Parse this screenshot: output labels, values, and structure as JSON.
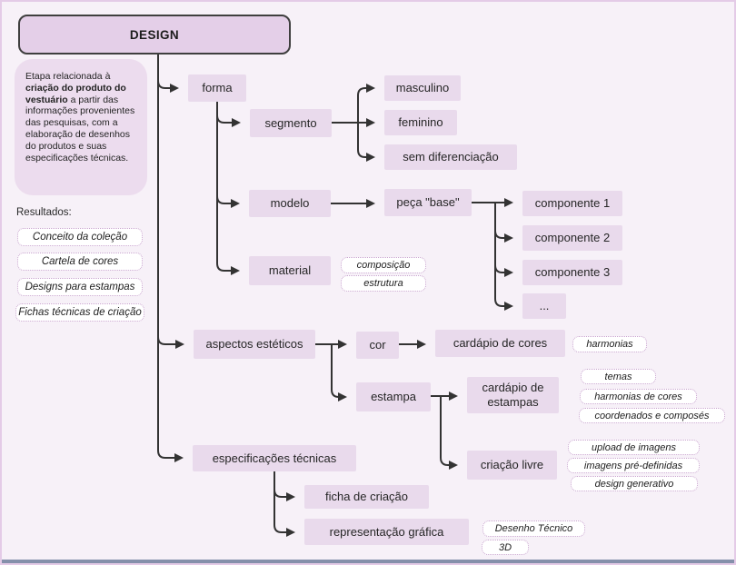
{
  "title": "DESIGN",
  "description": {
    "part1": "Etapa relacionada à ",
    "part2": "criação do produto do vestuário",
    "part3": " a partir das informações provenientes das pesquisas, com a elaboração de desenhos do produtos e suas especificações técnicas."
  },
  "results": {
    "label": "Resultados:",
    "item1": "Conceito da coleção",
    "item2": "Cartela de cores",
    "item3": "Designs para estampas",
    "item4": "Fichas técnicas de criação"
  },
  "nodes": {
    "forma": "forma",
    "segmento": "segmento",
    "masculino": "masculino",
    "feminino": "feminino",
    "sem_diferenciacao": "sem diferenciação",
    "modelo": "modelo",
    "peca_base": "peça \"base\"",
    "componente1": "componente 1",
    "componente2": "componente 2",
    "componente3": "componente 3",
    "reticencias": "...",
    "material": "material",
    "aspectos_esteticos": "aspectos estéticos",
    "cor": "cor",
    "cardapio_cores": "cardápio de cores",
    "estampa": "estampa",
    "cardapio_estampas": "cardápio de estampas",
    "criacao_livre": "criação livre",
    "especificacoes_tecnicas": "especificações técnicas",
    "ficha_criacao": "ficha de criação",
    "representacao_grafica": "representação gráfica"
  },
  "tags": {
    "composicao": "composição",
    "estrutura": "estrutura",
    "harmonias": "harmonias",
    "temas": "temas",
    "harmonias_cores": "harmonias de cores",
    "coordenados": "coordenados e composés",
    "upload": "upload de imagens",
    "imagens_pre": "imagens pré-definidas",
    "design_generativo": "design generativo",
    "desenho_tecnico": "Desenho Técnico",
    "tres_d": "3D"
  },
  "colors": {
    "background": "#f7f1f8",
    "node_fill": "#e9daec",
    "title_fill": "#e4cfe8",
    "line": "#333333",
    "tag_border": "#c9a4cf",
    "outer_border": "#e4cbe7",
    "bottom_bar": "#8590ab"
  }
}
